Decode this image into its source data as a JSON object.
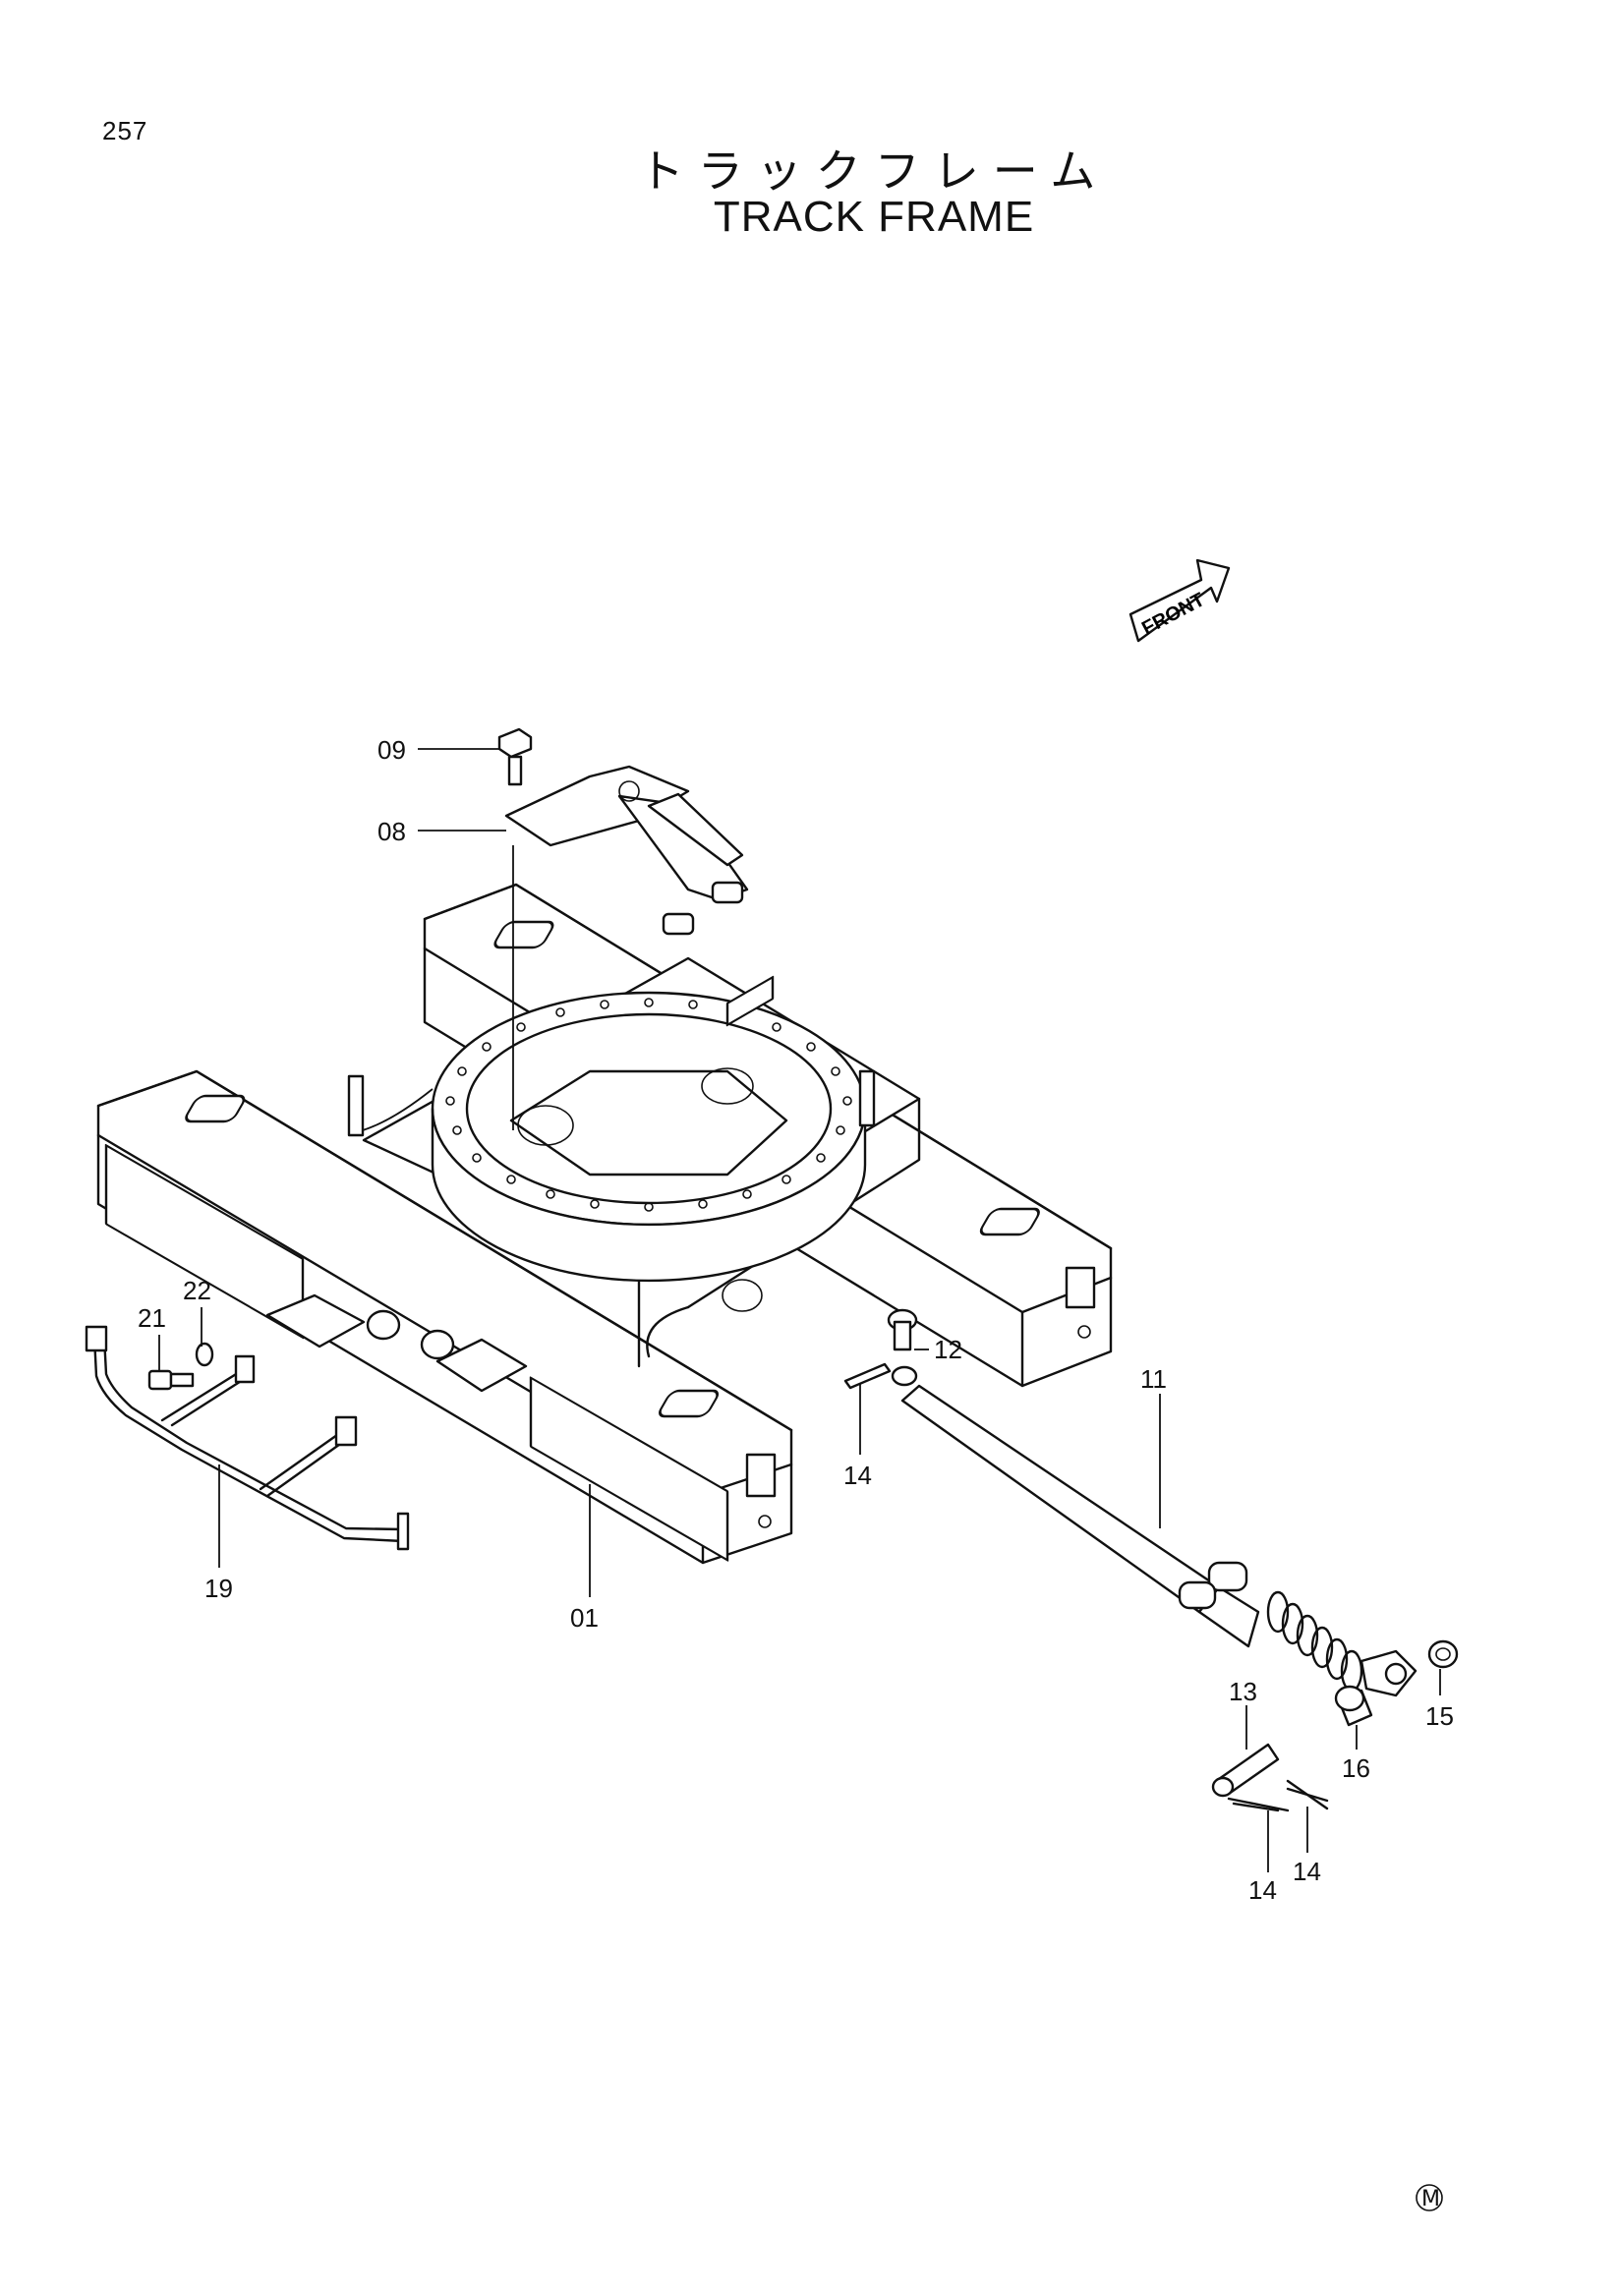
{
  "page": {
    "number": "257"
  },
  "title": {
    "japanese": "トラックフレーム",
    "english": "TRACK FRAME"
  },
  "front_arrow": {
    "label": "FRONT"
  },
  "mark": "M",
  "callouts": {
    "c01": "01",
    "c08": "08",
    "c09": "09",
    "c11": "11",
    "c12": "12",
    "c13": "13",
    "c14a": "14",
    "c14b": "14",
    "c14c": "14",
    "c15": "15",
    "c16": "16",
    "c19": "19",
    "c21": "21",
    "c22": "22"
  }
}
